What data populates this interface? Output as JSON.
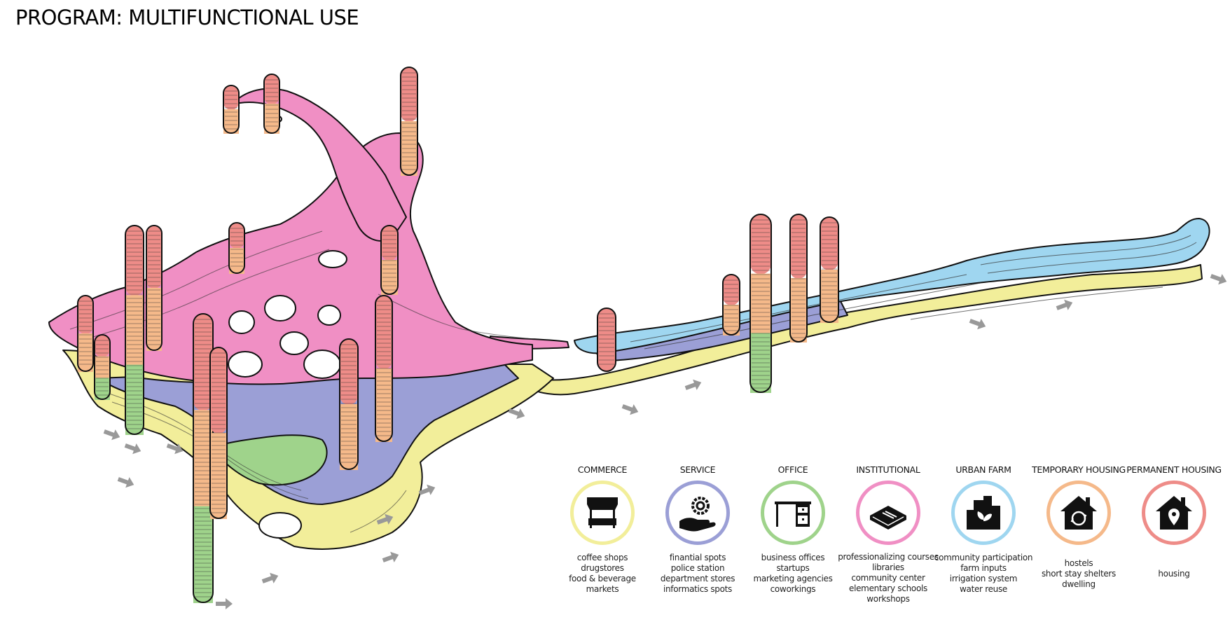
{
  "title": "PROGRAM: MULTIFUNCTIONAL USE",
  "colors": {
    "commerce": "#f2ee9a",
    "service": "#9b9fd6",
    "office": "#9fd38b",
    "institutional": "#f08fc4",
    "urban_farm": "#9fd6f0",
    "temporary_housing": "#f5b98a",
    "permanent_housing": "#ee8c88",
    "arrow": "#999999",
    "outline": "#111111"
  },
  "legend": [
    {
      "key": "commerce",
      "title": "COMMERCE",
      "icon": "market-stall-icon",
      "color": "#f2ee9a",
      "items": [
        "coffee shops",
        "drugstores",
        "food & beverage",
        "markets"
      ]
    },
    {
      "key": "service",
      "title": "SERVICE",
      "icon": "hand-gear-icon",
      "color": "#9b9fd6",
      "items": [
        "finantial spots",
        "police station",
        "department stores",
        "informatics spots"
      ]
    },
    {
      "key": "office",
      "title": "OFFICE",
      "icon": "desk-icon",
      "color": "#9fd38b",
      "items": [
        "business offices",
        "startups",
        "marketing agencies",
        "coworkings"
      ]
    },
    {
      "key": "institutional",
      "title": "INSTITUTIONAL",
      "icon": "book-icon",
      "color": "#f08fc4",
      "items": [
        "professionalizing courses",
        "libraries",
        "community center",
        "elementary schools",
        "workshops"
      ]
    },
    {
      "key": "urban_farm",
      "title": "URBAN FARM",
      "icon": "city-plant-icon",
      "color": "#9fd6f0",
      "items": [
        "community participation",
        "farm inputs",
        "irrigation system",
        "water reuse"
      ]
    },
    {
      "key": "temporary_housing",
      "title": "TEMPORARY HOUSING",
      "icon": "house-cycle-icon",
      "color": "#f5b98a",
      "items": [
        "hostels",
        "short stay shelters",
        "dwelling"
      ]
    },
    {
      "key": "permanent_housing",
      "title": "PERMANENT HOUSING",
      "icon": "house-pin-icon",
      "color": "#ee8c88",
      "items": [
        "housing"
      ]
    }
  ]
}
